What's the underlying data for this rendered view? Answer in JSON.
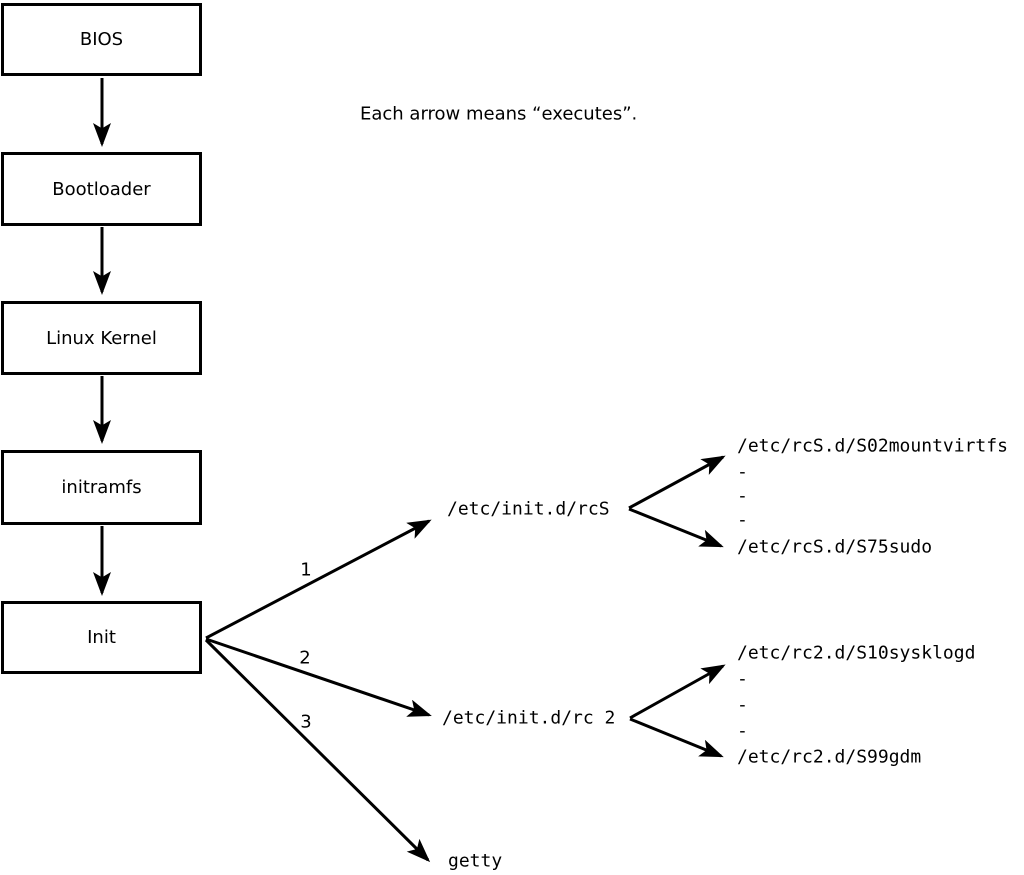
{
  "caption": "Each arrow means “executes”.",
  "flow_boxes": [
    {
      "label": "BIOS"
    },
    {
      "label": "Bootloader"
    },
    {
      "label": "Linux Kernel"
    },
    {
      "label": "initramfs"
    },
    {
      "label": "Init"
    }
  ],
  "branch_labels": {
    "one": "1",
    "two": "2",
    "three": "3"
  },
  "targets": {
    "rcS": "/etc/init.d/rcS",
    "rc2": "/etc/init.d/rc 2",
    "getty": "getty"
  },
  "rcS_list": [
    "/etc/rcS.d/S02mountvirtfs",
    "-",
    "-",
    "-",
    "/etc/rcS.d/S75sudo"
  ],
  "rc2_list": [
    "/etc/rc2.d/S10sysklogd",
    "-",
    "-",
    "-",
    "/etc/rc2.d/S99gdm"
  ],
  "colors": {
    "stroke": "#000000",
    "background": "#ffffff"
  }
}
